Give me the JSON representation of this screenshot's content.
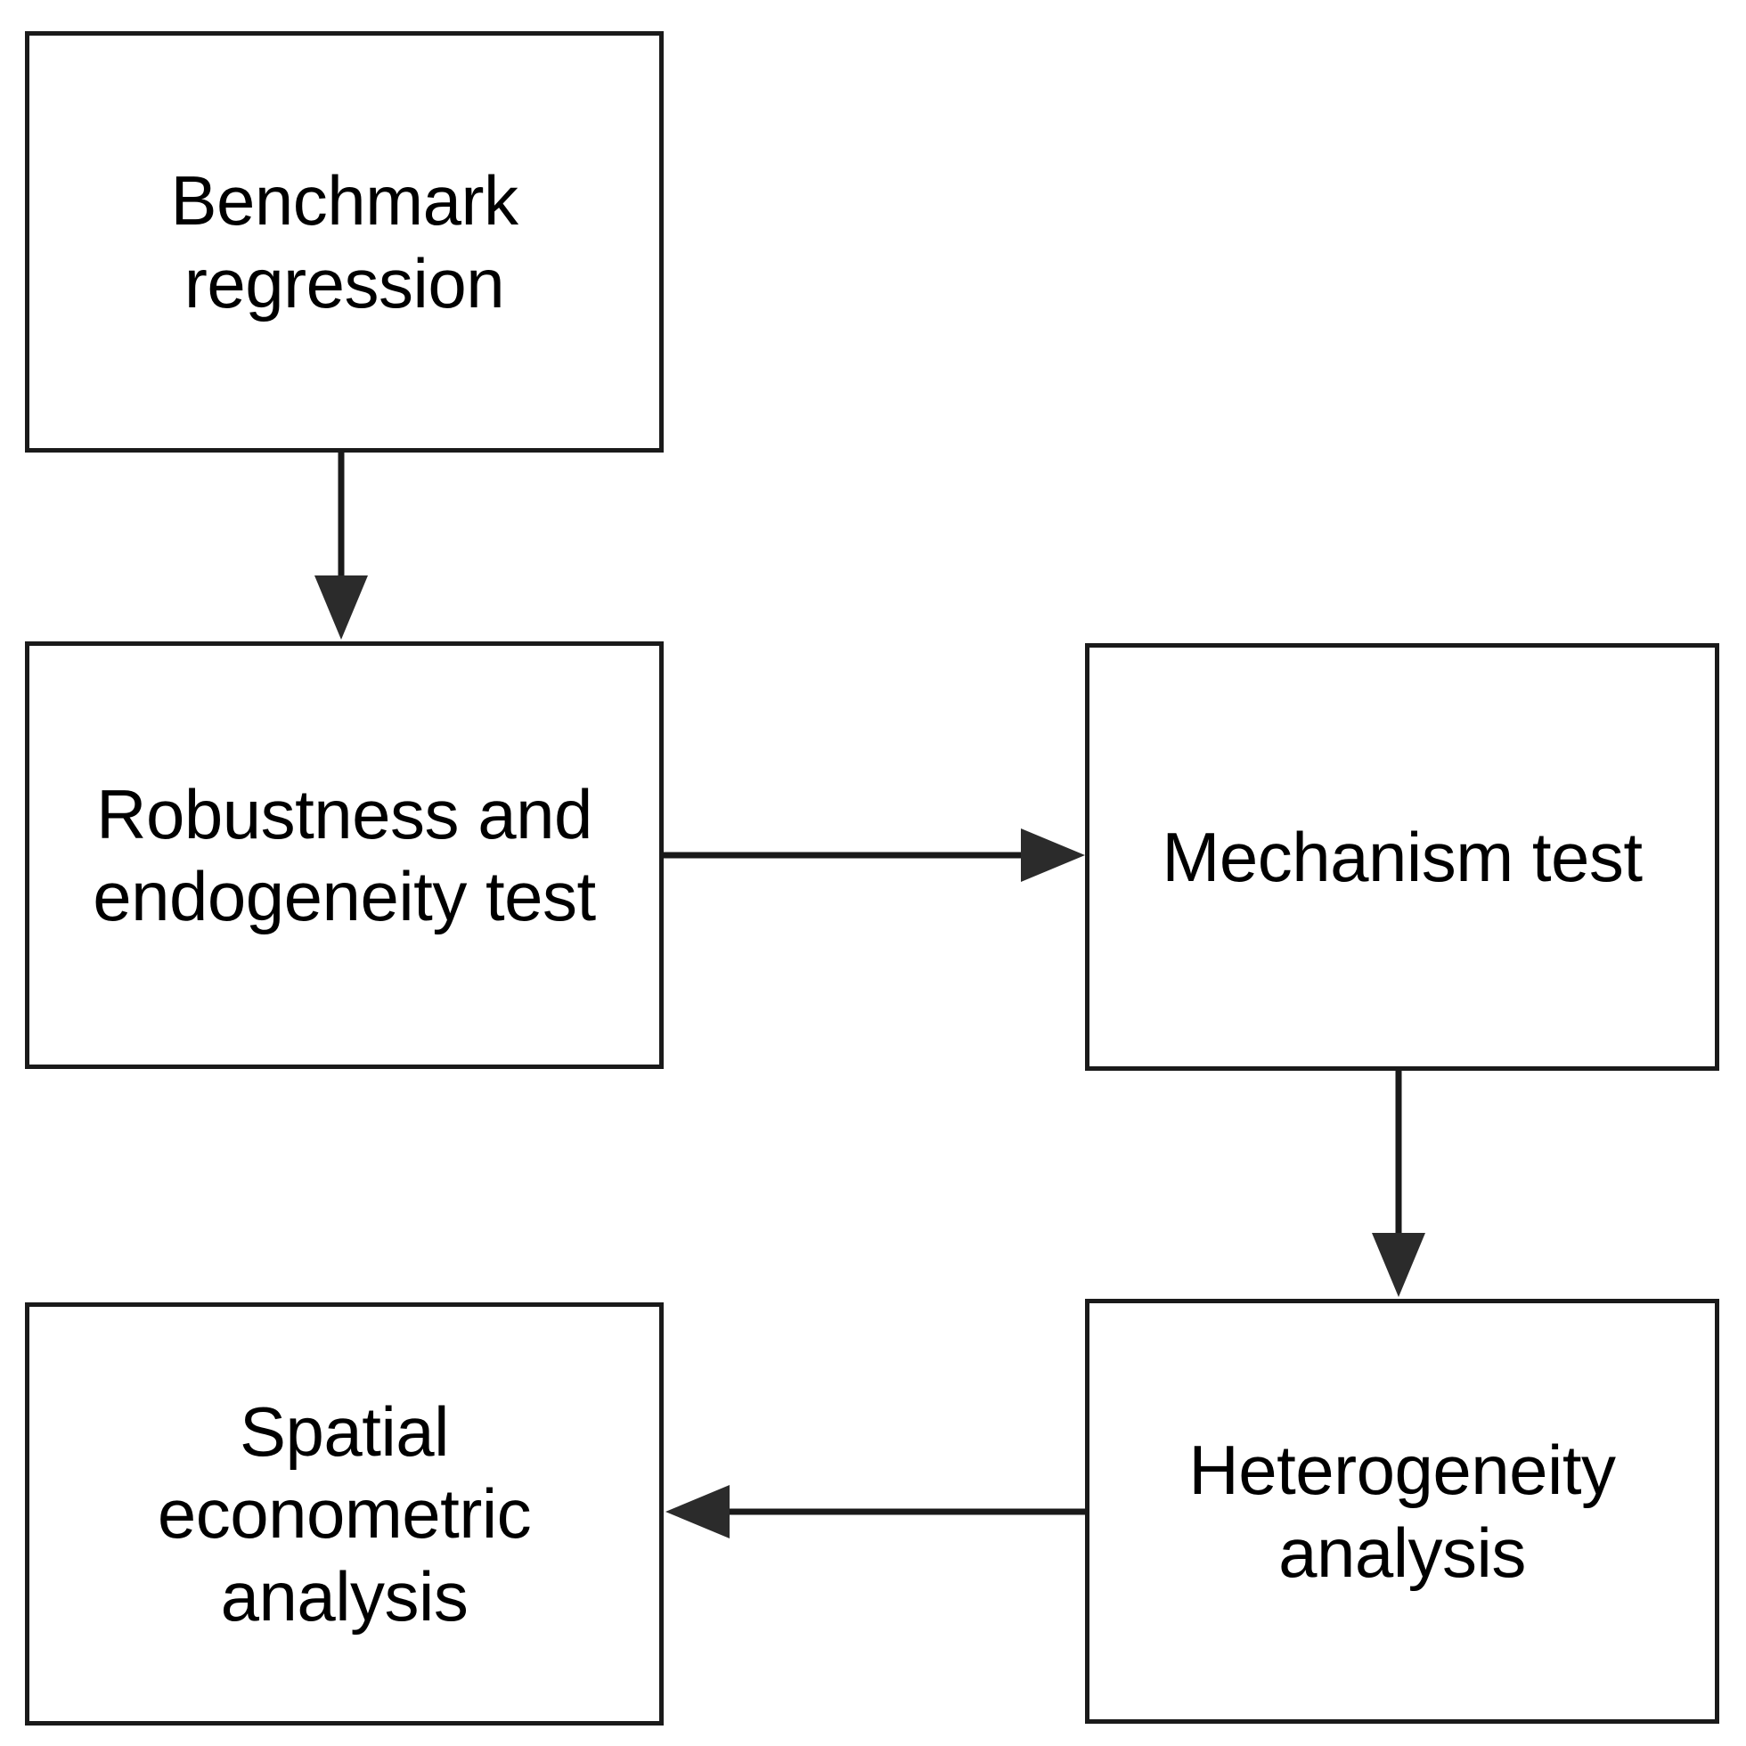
{
  "diagram": {
    "type": "flowchart",
    "title": "",
    "background_color": "#ffffff",
    "line_color": "#1a1a1a",
    "text_color": "#000000",
    "nodes": [
      {
        "id": "benchmark-regression",
        "label": "Benchmark\nregression",
        "shape": "rectangle",
        "row": 1,
        "column": "left"
      },
      {
        "id": "robustness-test",
        "label": "Robustness and\nendogeneity test",
        "shape": "rectangle",
        "row": 2,
        "column": "left"
      },
      {
        "id": "mechanism-test",
        "label": "Mechanism test",
        "shape": "rectangle",
        "row": 2,
        "column": "right"
      },
      {
        "id": "spatial-econometric",
        "label": "Spatial\neconometric\nanalysis",
        "shape": "rectangle",
        "row": 3,
        "column": "left"
      },
      {
        "id": "heterogeneity",
        "label": "Heterogeneity\nanalysis",
        "shape": "rectangle",
        "row": 3,
        "column": "right"
      }
    ],
    "edges": [
      {
        "id": "benchmark-to-robustness",
        "from": "benchmark-regression",
        "to": "robustness-test",
        "direction": "down",
        "style": "solid-arrow"
      },
      {
        "id": "robustness-to-mechanism",
        "from": "robustness-test",
        "to": "mechanism-test",
        "direction": "right",
        "style": "solid-arrow"
      },
      {
        "id": "mechanism-to-heterogeneity",
        "from": "mechanism-test",
        "to": "heterogeneity",
        "direction": "down",
        "style": "solid-arrow"
      },
      {
        "id": "heterogeneity-to-spatial",
        "from": "heterogeneity",
        "to": "spatial-econometric",
        "direction": "left",
        "style": "solid-arrow"
      }
    ]
  }
}
